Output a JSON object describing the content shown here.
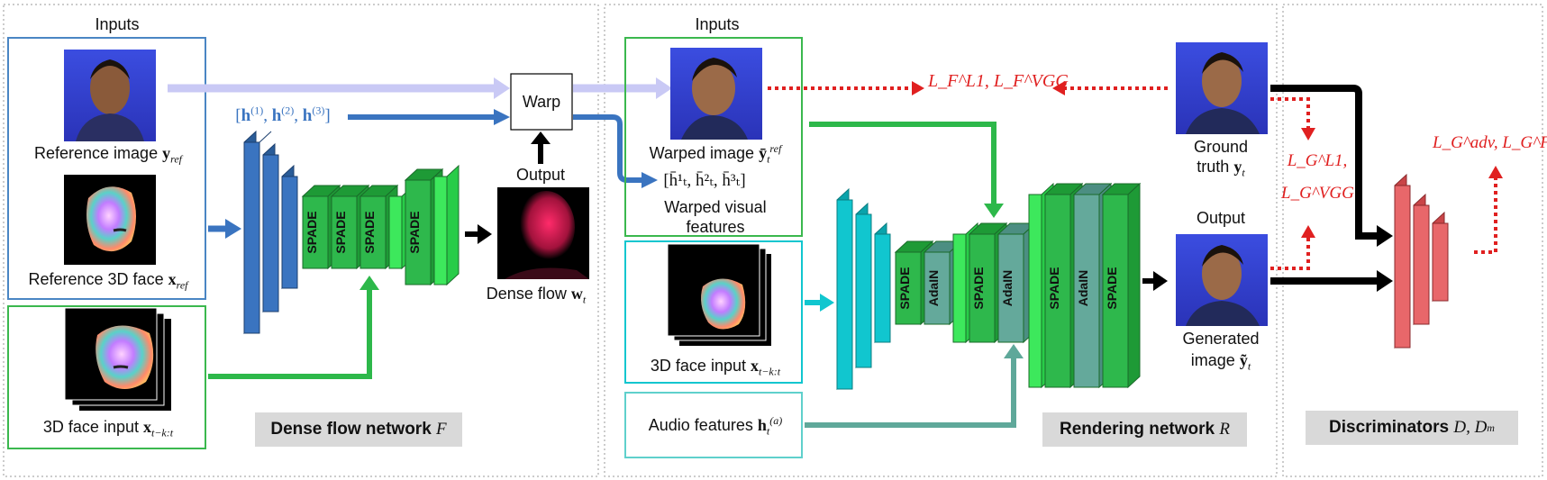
{
  "sections": {
    "dense_flow": "Dense flow network",
    "dense_flow_sym": "F",
    "rendering": "Rendering network",
    "rendering_sym": "R",
    "discriminators": "Discriminators",
    "discriminators_sym": "D, D",
    "discriminators_sub": "m"
  },
  "left": {
    "inputs": "Inputs",
    "ref_image": "Reference image",
    "ref_face": "Reference 3D face",
    "face_input": "3D face input",
    "hidden_feats": "[h(1), h(2), h(3)]",
    "warp": "Warp",
    "output": "Output",
    "dense_flow_out": "Dense flow",
    "spade": "SPADE"
  },
  "middle": {
    "inputs": "Inputs",
    "warped_image": "Warped image",
    "warped_feats": "[h̄¹ₜ, h̄²ₜ, h̄³ₜ]",
    "warped_visual_1": "Warped visual",
    "warped_visual_2": "features",
    "face_input": "3D face input",
    "audio": "Audio features",
    "adain": "AdaIN"
  },
  "right": {
    "loss_f": "L_F^L1, L_F^VGG",
    "ground_truth_1": "Ground",
    "ground_truth_2": "truth",
    "output": "Output",
    "generated_1": "Generated",
    "generated_2": "image",
    "loss_g1": "L_G^L1,",
    "loss_g2": "L_G^VGG",
    "loss_adv": "L_G^adv, L_G^FM"
  },
  "colors": {
    "blue": "#3a74c0",
    "lavender": "#c9c9f5",
    "green": "#2db84a",
    "spade_green": "#2eb84c",
    "cyan": "#11c6cf",
    "teal": "#5fa89a",
    "red_dashed": "#e02020",
    "disc_red": "#e8676a"
  },
  "icons": [
    "face-photo",
    "3d-face-render",
    "dense-flow-map"
  ]
}
